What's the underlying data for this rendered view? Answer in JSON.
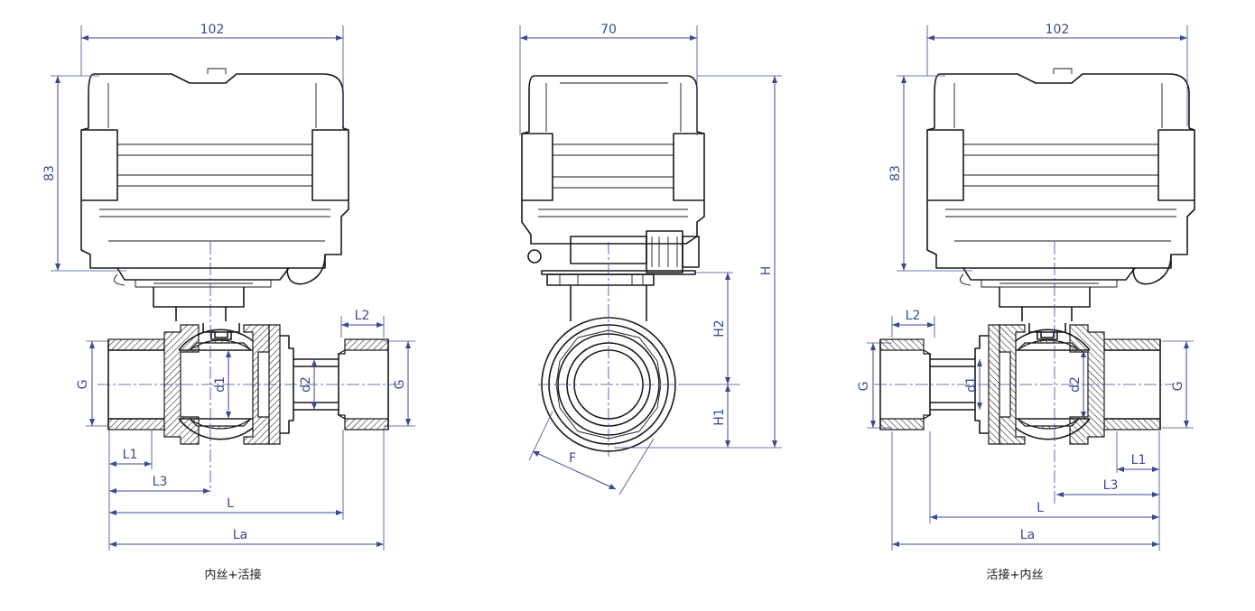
{
  "captions": {
    "left": "内丝+活接",
    "right": "活接+内丝"
  },
  "left_view": {
    "width_dim": "102",
    "height_dim": "83",
    "labels": {
      "G_left": "G",
      "G_right": "G",
      "d1": "d1",
      "d2": "d2",
      "L1": "L1",
      "L2": "L2",
      "L3": "L3",
      "L": "L",
      "La": "La"
    }
  },
  "side_view": {
    "width_dim": "70",
    "labels": {
      "H": "H",
      "H1": "H1",
      "H2": "H2",
      "F": "F"
    }
  },
  "right_view": {
    "width_dim": "102",
    "height_dim": "83",
    "labels": {
      "G_left": "G",
      "G_right": "G",
      "d1": "d1",
      "d2": "d2",
      "L1": "L1",
      "L2": "L2",
      "L3": "L3",
      "L": "L",
      "La": "La"
    }
  },
  "colors": {
    "dimension": "#3b4b8f",
    "outline": "#1a1a1a"
  }
}
